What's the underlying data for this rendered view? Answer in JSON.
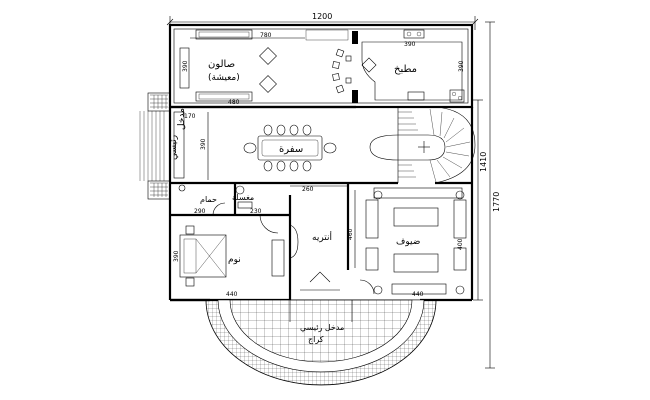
{
  "dimensions": {
    "overall_width": "1200",
    "overall_height_outer": "1770",
    "overall_height_inner": "1410",
    "salon_width": "780",
    "salon_inner": "480",
    "salon_side": "390",
    "kitchen_top": "390",
    "kitchen_side": "390",
    "dining_side_a": "170",
    "dining_side_b": "390",
    "hall_260": "260",
    "bath_290": "290",
    "bath_230": "230",
    "bedroom_width": "440",
    "bedroom_side": "390",
    "lobby_460": "460",
    "guest_width": "440",
    "guest_side": "400"
  },
  "rooms": {
    "salon": "صالون",
    "salon_sub": "(معيشة)",
    "kitchen": "مطبخ",
    "dining": "سفرة",
    "entrance": "مدخل",
    "entrance_sub": "رئيسي",
    "bath": "حمام",
    "washroom": "مغسلة",
    "bedroom": "نوم",
    "lobby": "أنتريه",
    "guests": "ضيوف",
    "terrace": "مدخل رئيسي",
    "terrace_sub": "كراج"
  }
}
